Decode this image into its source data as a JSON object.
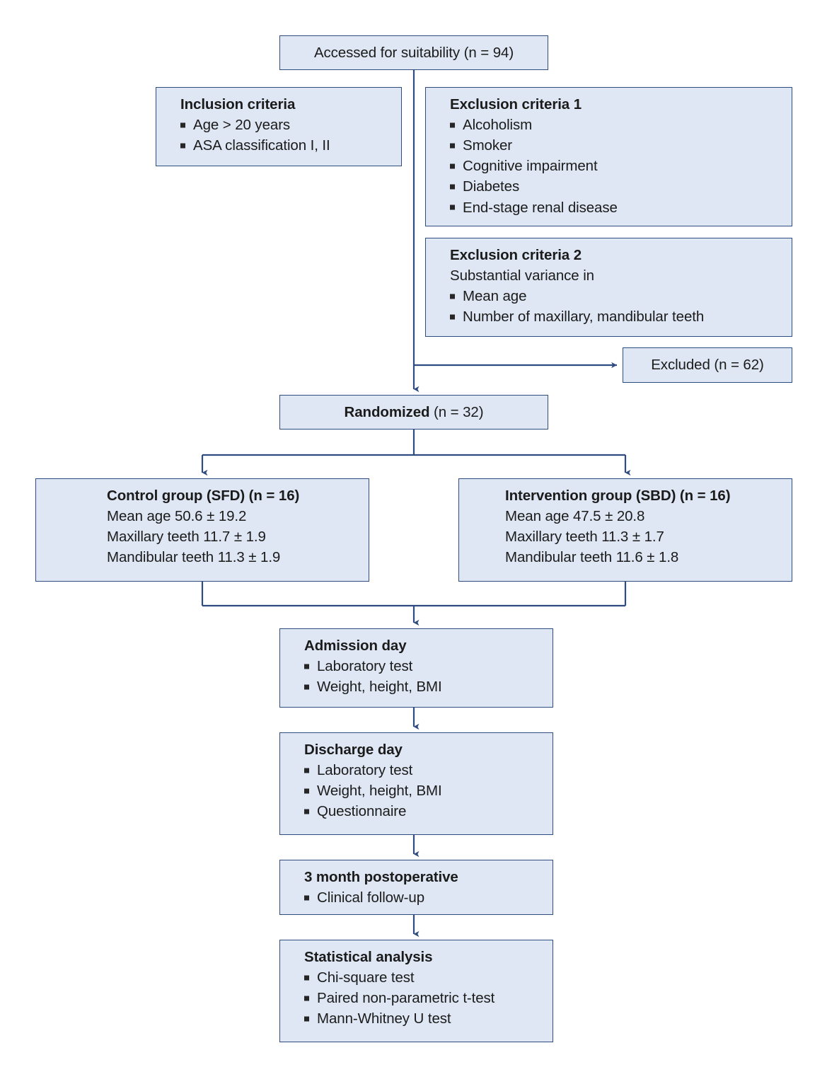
{
  "diagram": {
    "type": "flowchart",
    "title": "CONSORT participant flow diagram",
    "colors": {
      "node_fill": "#dfe7f4",
      "node_border": "#2f4c80",
      "connector": "#2f4c80",
      "text": "#1b1b1b"
    },
    "nodes": {
      "assessed": {
        "label": "Accessed for suitability (n = 94)",
        "count": 94
      },
      "inclusion": {
        "title": "Inclusion criteria",
        "items": [
          "Age > 20 years",
          "ASA classification I, II"
        ]
      },
      "exclusion1": {
        "title": "Exclusion criteria 1",
        "items": [
          "Alcoholism",
          "Smoker",
          "Cognitive impairment",
          "Diabetes",
          "End-stage renal disease"
        ]
      },
      "exclusion2": {
        "title": "Exclusion criteria 2",
        "subtitle": "Substantial variance in",
        "items": [
          "Mean age",
          "Number of maxillary, mandibular teeth"
        ]
      },
      "excluded": {
        "label": "Excluded (n = 62)",
        "count": 62
      },
      "randomized": {
        "label_bold": "Randomized",
        "label_regular": " (n = 32)",
        "count": 32
      },
      "control": {
        "title": "Control group (SFD) (n = 16)",
        "count": 16,
        "lines": [
          "Mean age 50.6 ± 19.2",
          "Maxillary teeth 11.7 ± 1.9",
          "Mandibular teeth 11.3 ± 1.9"
        ]
      },
      "intervention": {
        "title": "Intervention group (SBD) (n = 16)",
        "count": 16,
        "lines": [
          "Mean age 47.5 ± 20.8",
          "Maxillary teeth 11.3 ± 1.7",
          "Mandibular teeth 11.6 ± 1.8"
        ]
      },
      "admission": {
        "title": "Admission day",
        "items": [
          "Laboratory test",
          "Weight, height, BMI"
        ]
      },
      "discharge": {
        "title": "Discharge day",
        "items": [
          "Laboratory test",
          "Weight, height, BMI",
          "Questionnaire"
        ]
      },
      "postoperative": {
        "title": "3 month postoperative",
        "items": [
          "Clinical follow-up"
        ]
      },
      "statistics": {
        "title": "Statistical analysis",
        "items": [
          "Chi-square test",
          "Paired non-parametric t-test",
          "Mann-Whitney U test"
        ]
      }
    }
  }
}
